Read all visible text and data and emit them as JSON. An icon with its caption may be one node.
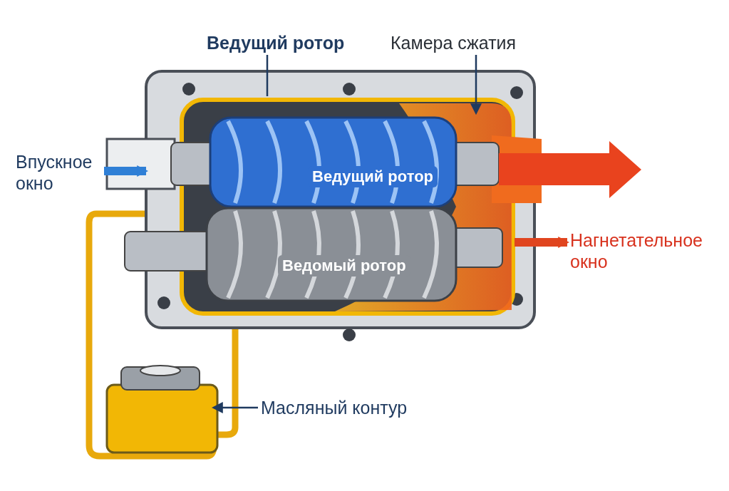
{
  "diagram": {
    "nodes": [
      {
        "text": [
          "Ведущий ротор"
        ]
      },
      {
        "text": [
          "Камера сжатия"
        ]
      },
      {
        "text": [
          "Впускное окно"
        ]
      },
      {
        "text": [
          "Нагнетательное окно"
        ]
      },
      {
        "text": [
          "Масляный контур"
        ]
      }
    ],
    "edges": [
      {
        "from": 0,
        "to": null,
        "arrow": "none"
      },
      {
        "from": 1,
        "to": null,
        "arrow": "to"
      },
      {
        "from": 2,
        "to": null,
        "arrow": "to",
        "style": "thick",
        "color": "#2f7fd6"
      },
      {
        "from": null,
        "to": 3,
        "arrow": "to",
        "style": "thick",
        "color": "#e0451f"
      },
      {
        "from": 4,
        "to": null,
        "arrow": "to"
      }
    ],
    "labels": [
      "Ведущий ротор",
      "Ведомый ротор"
    ]
  }
}
